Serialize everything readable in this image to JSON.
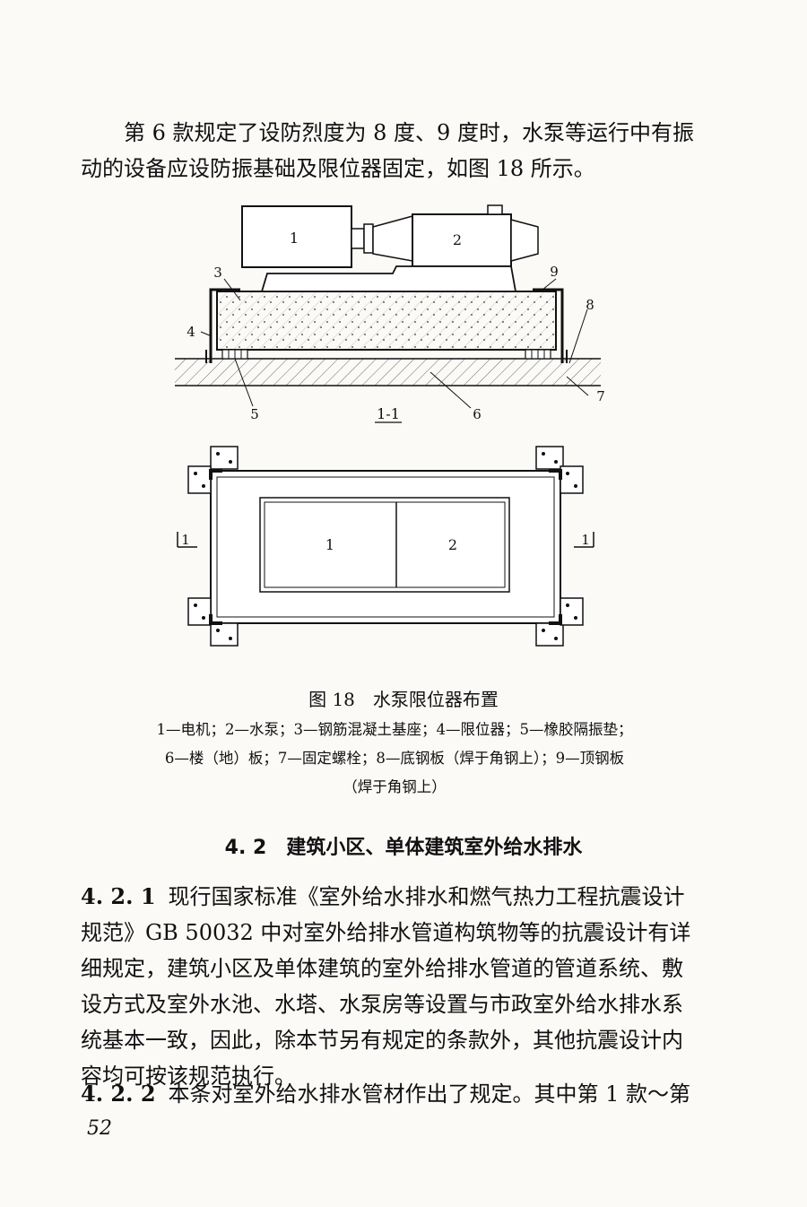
{
  "intro_paragraph": "第 6 款规定了设防烈度为 8 度、9 度时，水泵等运行中有振动的设备应设防振基础及限位器固定，如图 18 所示。",
  "figure": {
    "caption": "图 18　水泵限位器布置",
    "legend": "1—电机；2—水泵；3—钢筋混凝土基座；4—限位器；5—橡胶隔振垫；6—楼（地）板；7—固定螺栓；8—底钢板（焊于角钢上）；9—顶钢板（焊于角钢上）",
    "section_label": "1-1",
    "callouts": {
      "motor": "1",
      "pump": "2",
      "base": "3",
      "limiter": "4",
      "pad": "5",
      "floor": "6",
      "bolt": "7",
      "bottom_plate": "8",
      "top_plate": "9"
    },
    "cut_mark_left": "1",
    "cut_mark_right": "1"
  },
  "section": {
    "number": "4. 2",
    "title": "建筑小区、单体建筑室外给水排水"
  },
  "clauses": [
    {
      "number": "4. 2. 1",
      "text": "现行国家标准《室外给水排水和燃气热力工程抗震设计规范》GB 50032 中对室外给排水管道构筑物等的抗震设计有详细规定，建筑小区及单体建筑的室外给排水管道的管道系统、敷设方式及室外水池、水塔、水泵房等设置与市政室外给水排水系统基本一致，因此，除本节另有规定的条款外，其他抗震设计内容均可按该规范执行。"
    },
    {
      "number": "4. 2. 2",
      "text": "本条对室外给水排水管材作出了规定。其中第 1 款～第"
    }
  ],
  "page_number": "52"
}
